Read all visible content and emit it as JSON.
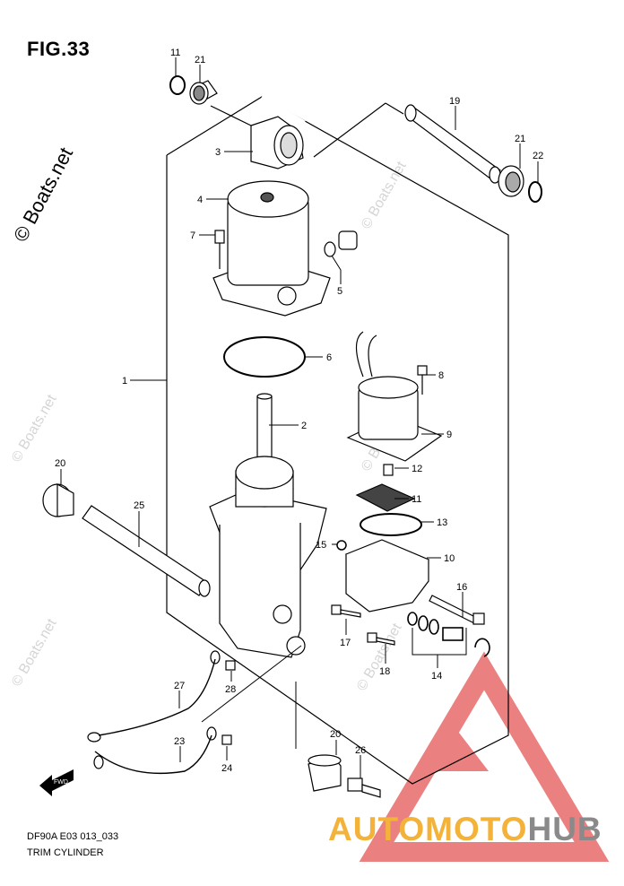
{
  "figure": {
    "title": "FIG.33",
    "code": "DF90A E03 013_033",
    "name": "TRIM CYLINDER"
  },
  "copyright": "© Boats.net",
  "watermark": "© Boats.net",
  "brand": {
    "part1": "AUTOMOTO",
    "part2": "HUB",
    "color1": "#f3b23a",
    "color2": "#8a8a8a",
    "logo_color": "#e86a6a"
  },
  "fwd_label": "FWD",
  "callouts": [
    "11",
    "21",
    "3",
    "19",
    "21",
    "22",
    "4",
    "7",
    "5",
    "6",
    "1",
    "8",
    "2",
    "9",
    "12",
    "11",
    "13",
    "20",
    "25",
    "15",
    "10",
    "16",
    "17",
    "18",
    "14",
    "27",
    "28",
    "23",
    "24",
    "20",
    "26"
  ]
}
